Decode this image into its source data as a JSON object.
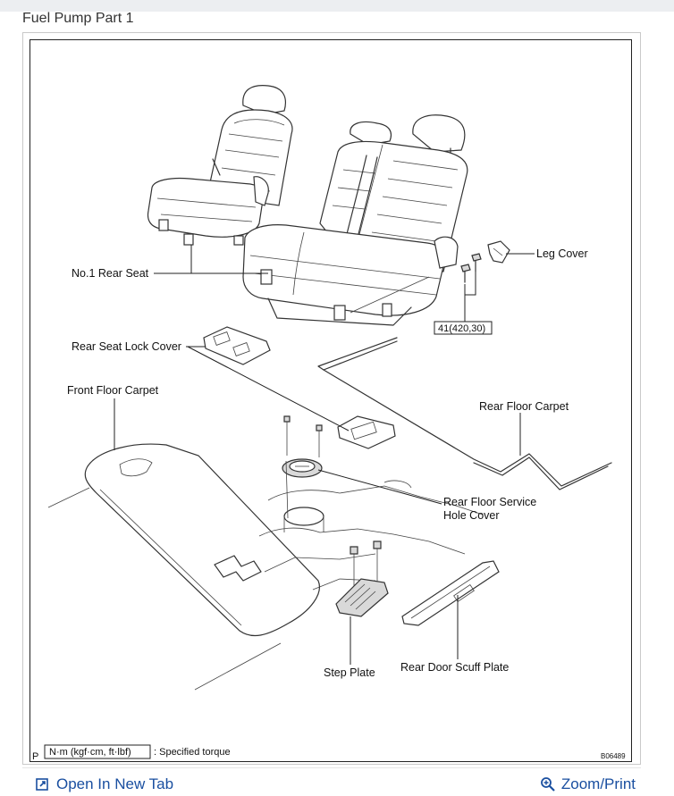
{
  "page": {
    "caption": "Fuel Pump Part 1"
  },
  "diagram": {
    "labels": {
      "leg_cover": "Leg Cover",
      "no1_rear_seat": "No.1 Rear Seat",
      "torque_value": "41(420,30)",
      "rear_seat_lock_cover": "Rear Seat Lock Cover",
      "front_floor_carpet": "Front Floor Carpet",
      "rear_floor_carpet": "Rear Floor Carpet",
      "service_hole_line1": "Rear Floor Service",
      "service_hole_line2": "Hole Cover",
      "step_plate": "Step Plate",
      "rear_door_scuff_plate": "Rear Door Scuff Plate"
    },
    "legend": {
      "unit_box": "N·m (kgf·cm, ft·lbf)",
      "unit_text": ": Specified torque",
      "corner_letter": "P",
      "figure_code": "B06489"
    }
  },
  "actions": {
    "open_new_tab": "Open In New Tab",
    "zoom_print": "Zoom/Print"
  },
  "colors": {
    "link": "#1a4fa0",
    "frame_border": "#c9c9c9"
  },
  "icons": {
    "open_new_tab": "external-link-icon",
    "zoom_print": "magnifier-plus-icon"
  }
}
